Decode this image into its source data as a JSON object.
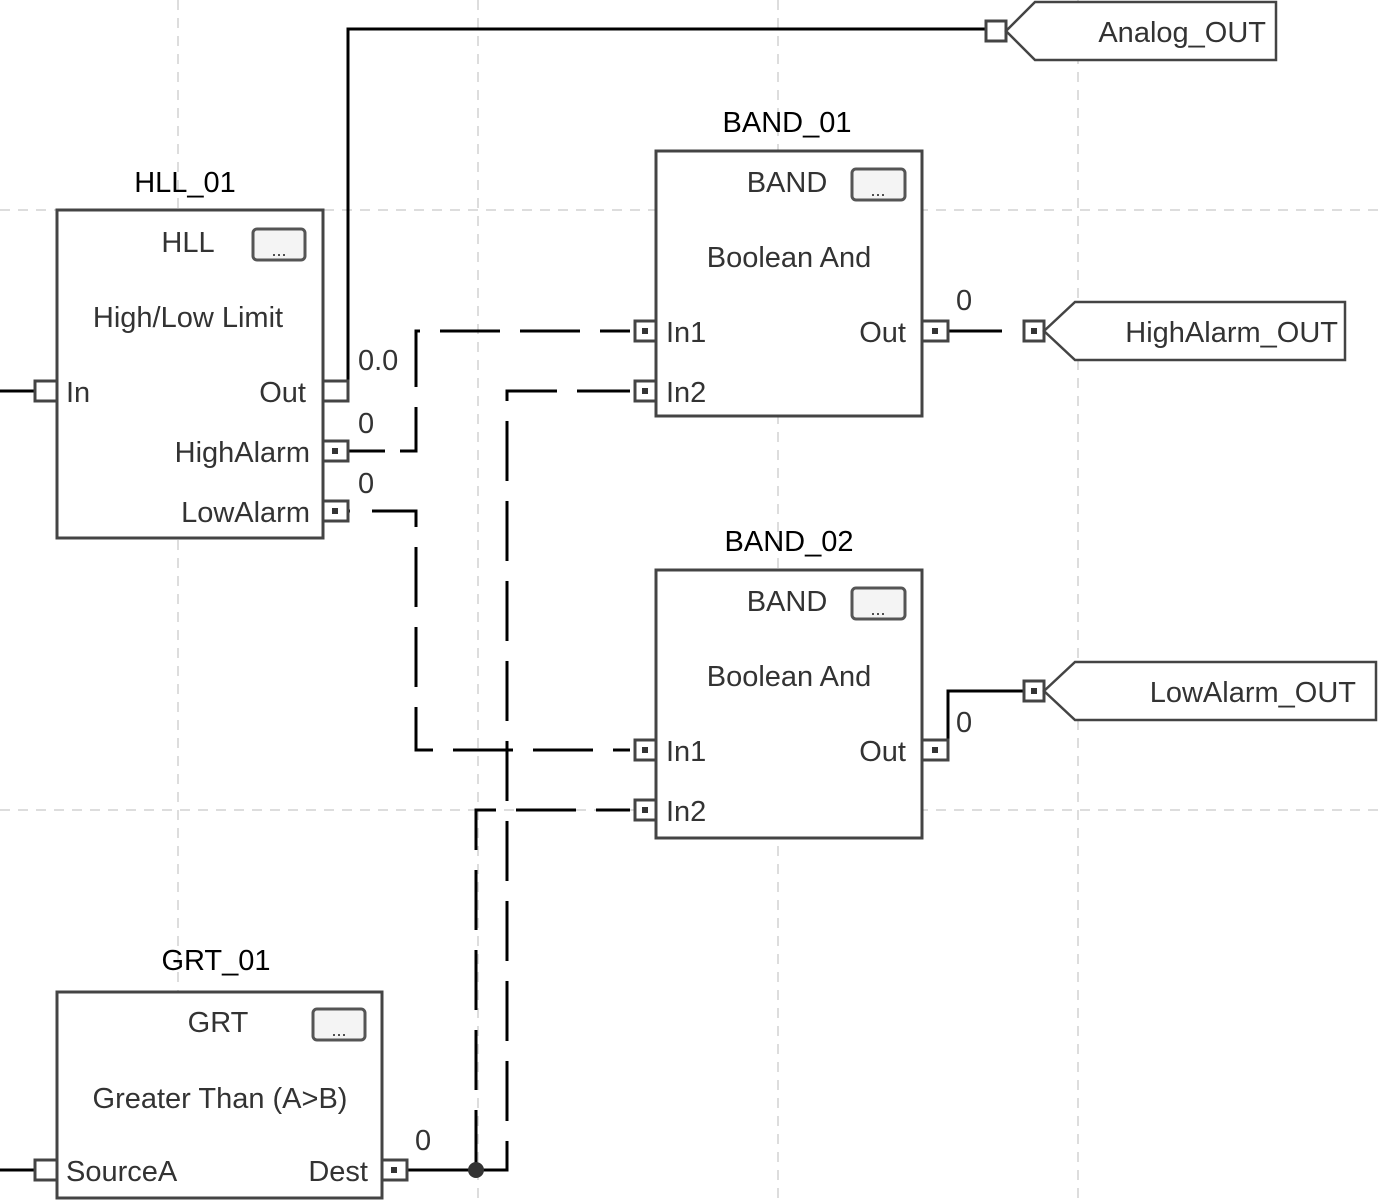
{
  "blocks": {
    "hll": {
      "name": "HLL_01",
      "type": "HLL",
      "description": "High/Low Limit",
      "inputs": [
        "In"
      ],
      "outputs": [
        "Out",
        "HighAlarm",
        "LowAlarm"
      ],
      "values": {
        "out": "0.0",
        "high_alarm": "0",
        "low_alarm": "0"
      },
      "button": "..."
    },
    "band1": {
      "name": "BAND_01",
      "type": "BAND",
      "description": "Boolean And",
      "inputs": [
        "In1",
        "In2"
      ],
      "outputs": [
        "Out"
      ],
      "values": {
        "out": "0"
      },
      "button": "..."
    },
    "band2": {
      "name": "BAND_02",
      "type": "BAND",
      "description": "Boolean And",
      "inputs": [
        "In1",
        "In2"
      ],
      "outputs": [
        "Out"
      ],
      "values": {
        "out": "0"
      },
      "button": "..."
    },
    "grt": {
      "name": "GRT_01",
      "type": "GRT",
      "description": "Greater Than (A>B)",
      "inputs": [
        "SourceA"
      ],
      "outputs": [
        "Dest"
      ],
      "values": {
        "dest": "0"
      },
      "button": "..."
    }
  },
  "output_tags": [
    "Analog_OUT",
    "HighAlarm_OUT",
    "LowAlarm_OUT"
  ],
  "colors": {
    "wire": "#000000",
    "block_border": "#444444",
    "grid": "#dddddd"
  }
}
